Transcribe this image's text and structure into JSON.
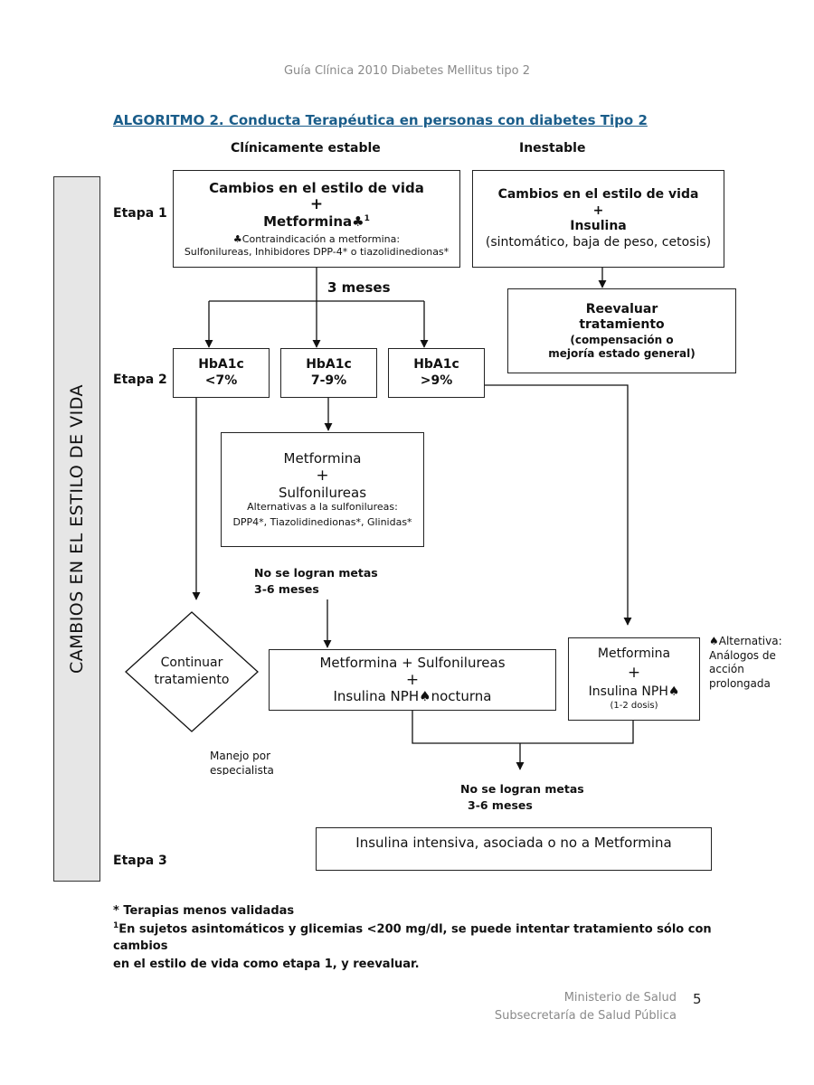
{
  "header": "Guía Clínica 2010 Diabetes Mellitus tipo 2",
  "title": "ALGORITMO 2. Conducta Terapéutica en personas con diabetes Tipo 2",
  "columns": {
    "stable": "Clínicamente estable",
    "unstable": "Inestable"
  },
  "side_label": "CAMBIOS EN EL ESTILO DE VIDA",
  "stages": {
    "s1": "Etapa 1",
    "s2": "Etapa 2",
    "s3": "Etapa 3"
  },
  "boxes": {
    "stable_start": {
      "line1": "Cambios en el estilo de vida",
      "plus": "+",
      "line2": "Metformina",
      "club": "♣",
      "sup": "1",
      "note1": "♣Contraindicación a metformina:",
      "note2": "Sulfonilureas, Inhibidores DPP-4* o tiazolidinedionas*"
    },
    "unstable_start": {
      "line1": "Cambios en el estilo de vida",
      "plus": "+",
      "line2": "Insulina",
      "line3": "(sintomático, baja de peso, cetosis)"
    },
    "reevaluate": {
      "line1": "Reevaluar",
      "line2": "tratamiento",
      "line3": "(compensación o",
      "line4": "mejoría estado general)"
    },
    "hba1c": [
      {
        "label": "HbA1c",
        "value": "<7%"
      },
      {
        "label": "HbA1c",
        "value": "7-9%"
      },
      {
        "label": "HbA1c",
        "value": ">9%"
      }
    ],
    "metf_sulf": {
      "line1": "Metformina",
      "plus": "+",
      "line2": "Sulfonilureas",
      "note1": "Alternativas a la sulfonilureas:",
      "note2": "DPP4*, Tiazolidinedionas*, Glinidas*"
    },
    "continue": {
      "line1": "Continuar",
      "line2": "tratamiento"
    },
    "metf_sulf_ins": {
      "line1": "Metformina + Sulfonilureas",
      "plus": "+",
      "line2a": "Insulina NPH",
      "spade": "♠",
      "line2b": "nocturna"
    },
    "metf_ins": {
      "line1": "Metformina",
      "plus": "+",
      "line2": "Insulina NPH",
      "spade": "♠",
      "line3": "(1-2 dosis)"
    },
    "intensive": {
      "line1": "Insulina intensiva, asociada o no a Metformina"
    }
  },
  "labels": {
    "three_months": "3 meses",
    "no_goals_1a": "No se logran metas",
    "no_goals_1b": "3-6 meses",
    "no_goals_2a": "No se logran metas",
    "no_goals_2b": "3-6 meses",
    "specialist_1": "Manejo por",
    "specialist_2": "especialista",
    "alt_1": "♠Alternativa:",
    "alt_2": "Análogos de",
    "alt_3": "acción",
    "alt_4": "prolongada"
  },
  "footnotes": {
    "f1": "* Terapias menos validadas",
    "f2_sup": "1",
    "f2_line1": "En sujetos asintomáticos y glicemias <200 mg/dl, se puede intentar tratamiento sólo con cambios",
    "f2_line2": "en el estilo de vida como etapa 1, y reevaluar."
  },
  "footer": {
    "org1": "Ministerio de Salud",
    "org2": "Subsecretaría de Salud Pública",
    "page": "5"
  },
  "colors": {
    "title": "#1a5d8a",
    "header": "#8a8a8a",
    "side_fill": "#e6e6e6"
  }
}
